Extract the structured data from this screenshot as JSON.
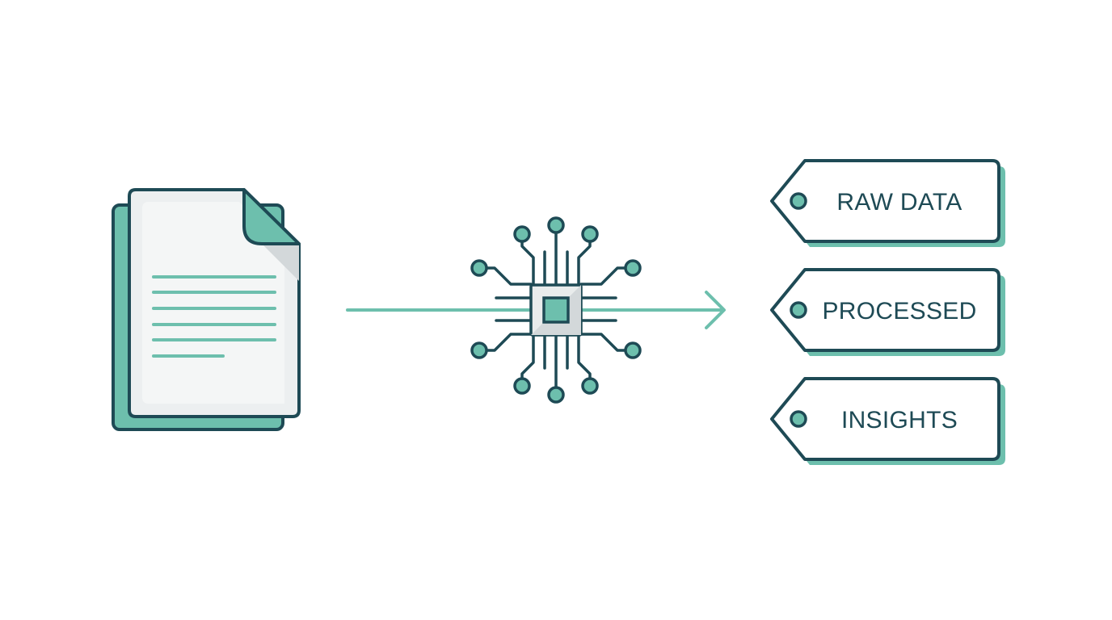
{
  "colors": {
    "outline": "#1e4a55",
    "accent": "#6dbfad",
    "paper": "#eceff0",
    "fold_shade": "#d3d8da",
    "background": "#ffffff"
  },
  "icons": {
    "source": "document-icon",
    "processor": "circuit-chip-icon",
    "flow": "arrow-right-icon",
    "output": "tag-icon"
  },
  "tags": [
    {
      "label": "RAW DATA"
    },
    {
      "label": "PROCESSED"
    },
    {
      "label": "INSIGHTS"
    }
  ]
}
